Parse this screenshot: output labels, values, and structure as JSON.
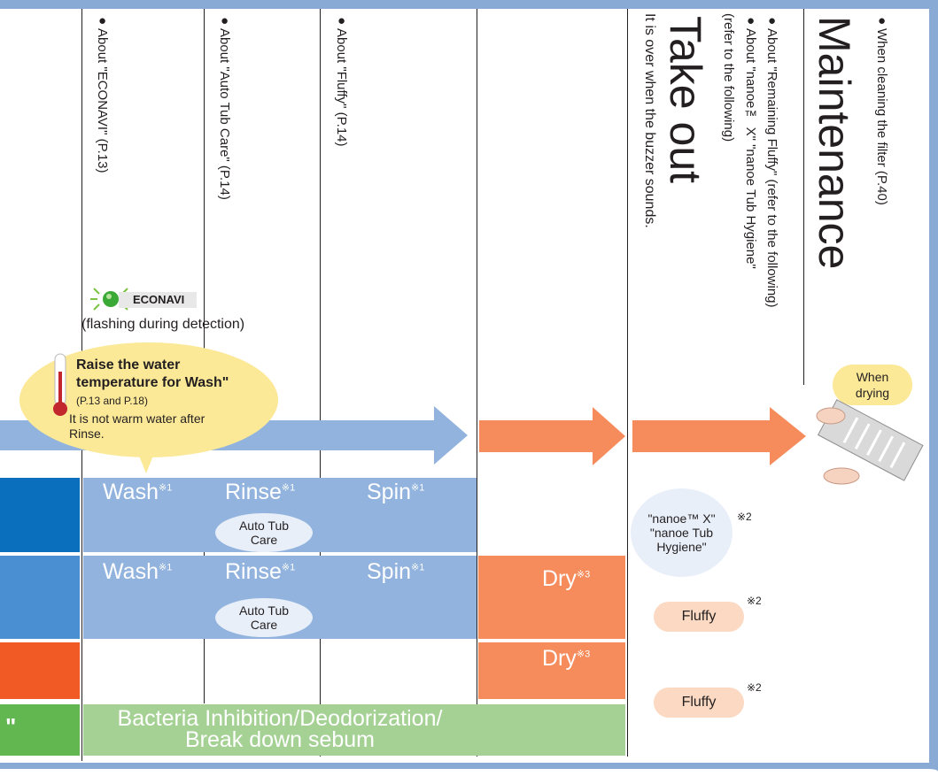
{
  "notes": {
    "econavi": "●About \"ECONAVI\" (P.13)",
    "auto_tub_care": "●About \"Auto Tub Care\" (P.14)",
    "fluffy": "●About \"Fluffy\" (P.14)",
    "remaining_fluffy": "●About \"Remaining Fluffy\" (refer to the following)",
    "nanoe": "●About \"nanoe™ X\" \"nanoe Tub Hygiene\"",
    "nanoe_ref": "(refer to the following)",
    "filter": "●When cleaning the filter (P.40)"
  },
  "headings": {
    "take_out": "Take out",
    "take_out_desc": "It is over when the buzzer sounds.",
    "maintenance": "Maintenance"
  },
  "econavi": {
    "logo_text": "ECONAVI",
    "caption": "(flashing during detection)"
  },
  "callout": {
    "title_line1": "Raise the water",
    "title_line2": "temperature for Wash\"",
    "ref": "(P.13 and P.18)",
    "desc_line1": "It is not warm water after",
    "desc_line2": "Rinse."
  },
  "when_drying": {
    "line1": "When",
    "line2": "drying"
  },
  "rows": {
    "row1": {
      "wash": "Wash",
      "rinse": "Rinse",
      "spin": "Spin",
      "mark": "※1",
      "auto_tub_l1": "Auto Tub",
      "auto_tub_l2": "Care"
    },
    "row2": {
      "wash": "Wash",
      "rinse": "Rinse",
      "spin": "Spin",
      "dry": "Dry",
      "mark1": "※1",
      "mark3": "※3",
      "auto_tub_l1": "Auto Tub",
      "auto_tub_l2": "Care"
    },
    "row3": {
      "dry": "Dry",
      "mark3": "※3"
    },
    "row4": {
      "label": "\"",
      "line1": "Bacteria Inhibition/Deodorization/",
      "line2": "Break down sebum"
    }
  },
  "nanoe_bubble": {
    "line1": "\"nanoe™ X\"",
    "line2": "\"nanoe Tub",
    "line3": "Hygiene\"",
    "mark": "※2"
  },
  "fluffy_pill": {
    "label": "Fluffy",
    "mark": "※2"
  },
  "colors": {
    "blue_dark": "#0a6fbc",
    "blue_mid": "#4a8fd2",
    "blue_light": "#91b3de",
    "orange": "#f68b5b",
    "orange_dark": "#f15a24",
    "green": "#63b750",
    "green_light": "#a5d195",
    "callout": "#fbe997"
  }
}
